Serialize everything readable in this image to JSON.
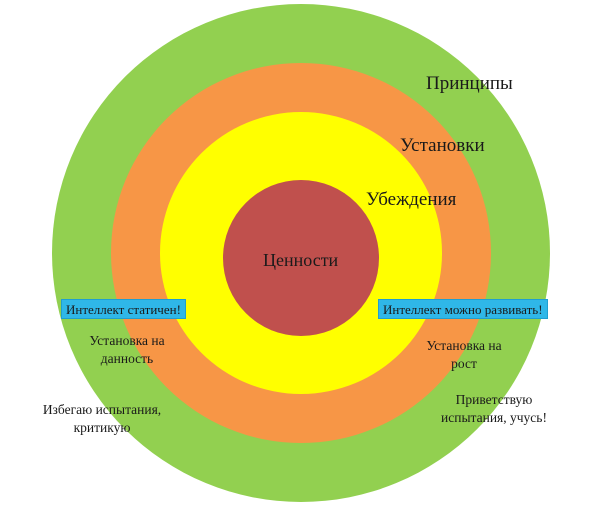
{
  "diagram": {
    "rings": {
      "principles": {
        "label": "Принципы",
        "color": "#92d050"
      },
      "attitudes": {
        "label": "Установки",
        "color": "#f79646"
      },
      "beliefs": {
        "label": "Убеждения",
        "color": "#ffff00"
      },
      "values": {
        "label": "Ценности",
        "color": "#c0504d"
      }
    },
    "left": {
      "banner": "Интеллект статичен!",
      "attitude": "Установка на данность",
      "attitude_lines": [
        "Установка на",
        "данность"
      ],
      "principle_lines": [
        "Избегаю испытания,",
        "критикую"
      ]
    },
    "right": {
      "banner": "Интеллект можно развивать!",
      "attitude_lines": [
        "Установка на",
        "рост"
      ],
      "principle_lines": [
        "Приветствую",
        "испытания, учусь!"
      ]
    },
    "banner_color": "#2fb7e8"
  }
}
